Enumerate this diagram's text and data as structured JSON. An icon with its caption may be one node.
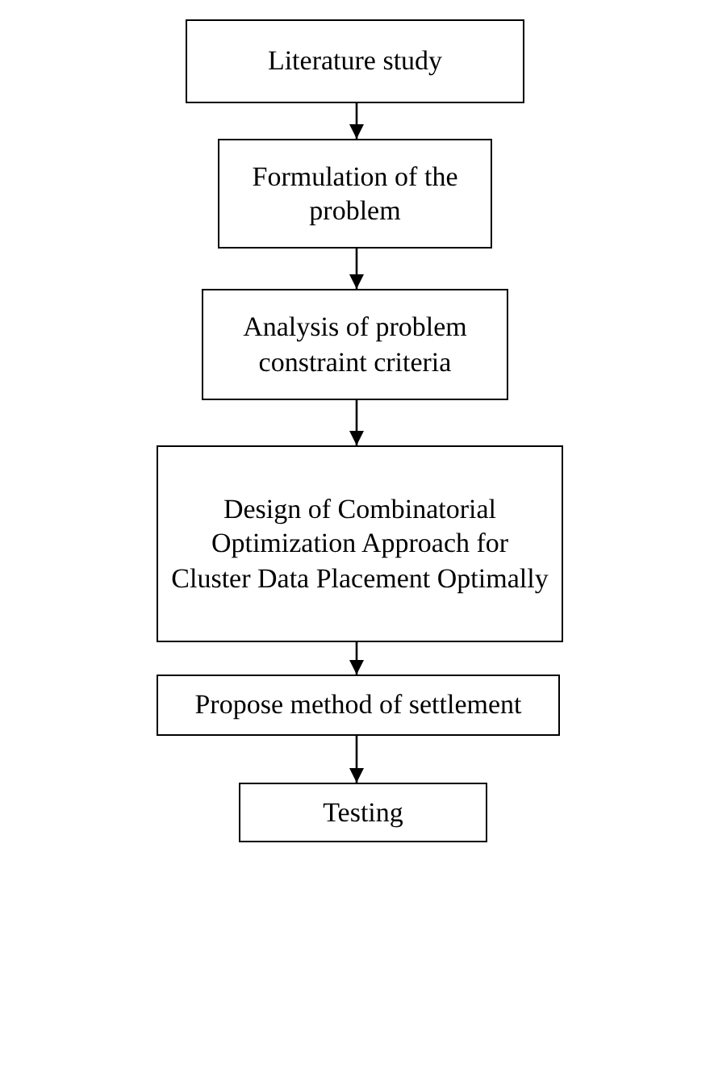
{
  "diagram": {
    "nodes": [
      {
        "text": [
          "Literature study"
        ]
      },
      {
        "text": [
          "Formulation of the problem"
        ]
      },
      {
        "text": [
          "Analysis of problem constraint criteria"
        ]
      },
      {
        "text": [
          "Design of Combinatorial Optimization Approach for Cluster Data Placement Optimally"
        ]
      },
      {
        "text": [
          "Propose method of settlement"
        ]
      },
      {
        "text": [
          "Testing"
        ]
      }
    ],
    "edges": [
      {
        "from": 0,
        "to": 1,
        "arrow": "to"
      },
      {
        "from": 1,
        "to": 2,
        "arrow": "to"
      },
      {
        "from": 2,
        "to": 3,
        "arrow": "to"
      },
      {
        "from": 3,
        "to": 4,
        "arrow": "to"
      },
      {
        "from": 4,
        "to": 5,
        "arrow": "to"
      }
    ]
  }
}
